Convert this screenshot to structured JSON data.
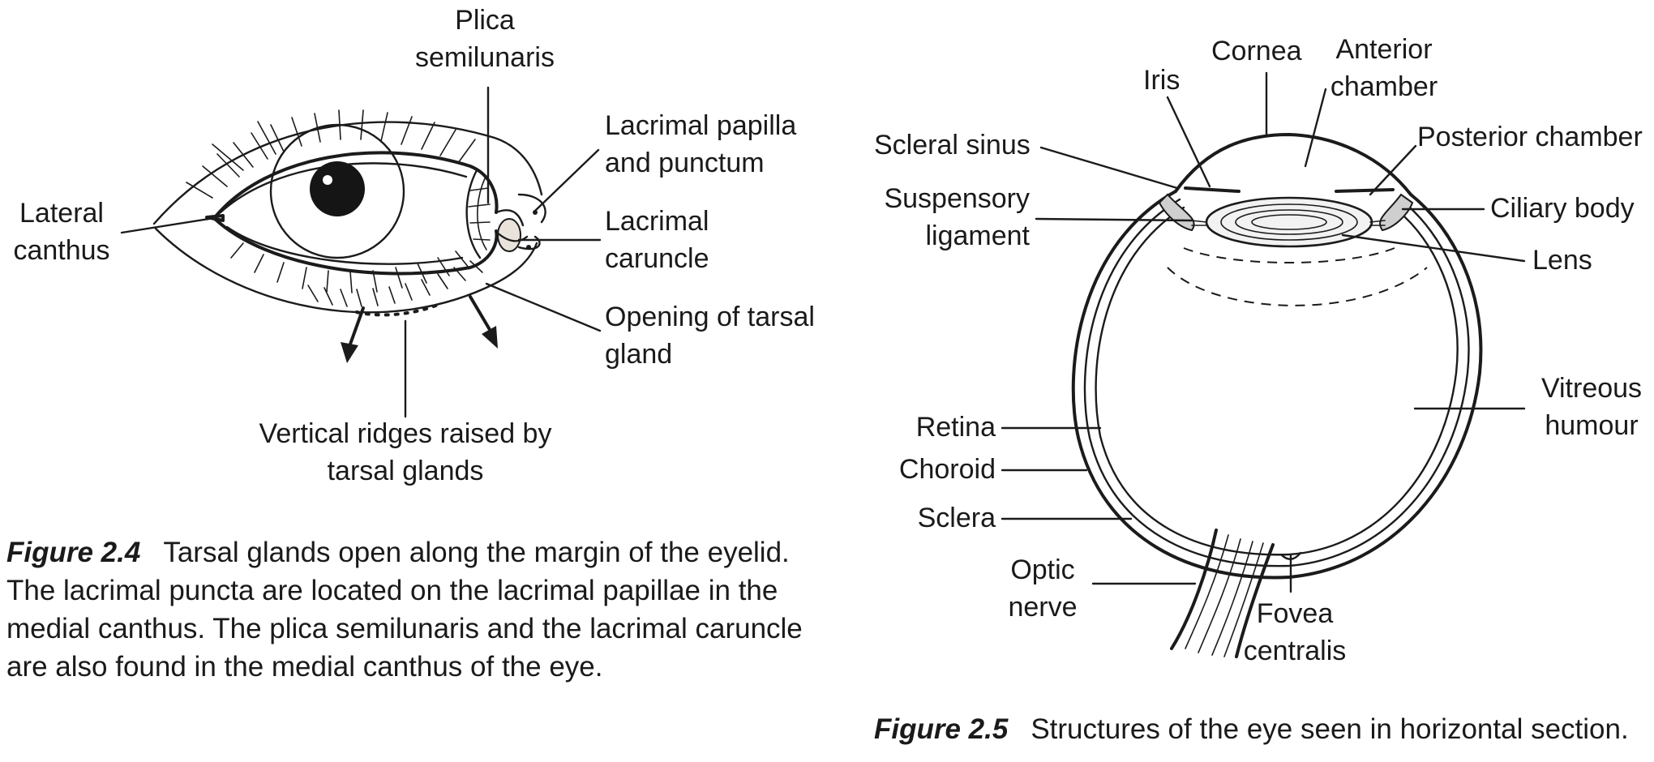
{
  "figure_2_4": {
    "labels": {
      "plica_semilunaris": [
        "Plica",
        "semilunaris"
      ],
      "lacrimal_papilla": [
        "Lacrimal papilla",
        "and punctum"
      ],
      "lacrimal_caruncle": [
        "Lacrimal",
        "caruncle"
      ],
      "lateral_canthus": [
        "Lateral",
        "canthus"
      ],
      "tarsal_opening": [
        "Opening of tarsal",
        "gland"
      ],
      "vertical_ridges": [
        "Vertical ridges raised by",
        "tarsal glands"
      ]
    },
    "caption": {
      "number": "Figure 2.4",
      "text": "Tarsal glands open along the margin of the eyelid. The lacrimal puncta are located on the lacrimal papillae in the medial canthus. The plica semilunaris and the lacrimal caruncle are also found in the medial canthus of the eye."
    }
  },
  "figure_2_5": {
    "labels": {
      "cornea": "Cornea",
      "anterior_chamber": [
        "Anterior",
        "chamber"
      ],
      "iris": "Iris",
      "scleral_sinus": "Scleral sinus",
      "posterior_chamber": "Posterior chamber",
      "suspensory_ligament": [
        "Suspensory",
        "ligament"
      ],
      "ciliary_body": "Ciliary body",
      "lens": "Lens",
      "vitreous_humour": [
        "Vitreous",
        "humour"
      ],
      "retina": "Retina",
      "choroid": "Choroid",
      "sclera": "Sclera",
      "optic_nerve": [
        "Optic",
        "nerve"
      ],
      "fovea_centralis": [
        "Fovea",
        "centralis"
      ]
    },
    "caption": {
      "number": "Figure 2.5",
      "text": "Structures of the eye seen in horizontal section."
    }
  }
}
